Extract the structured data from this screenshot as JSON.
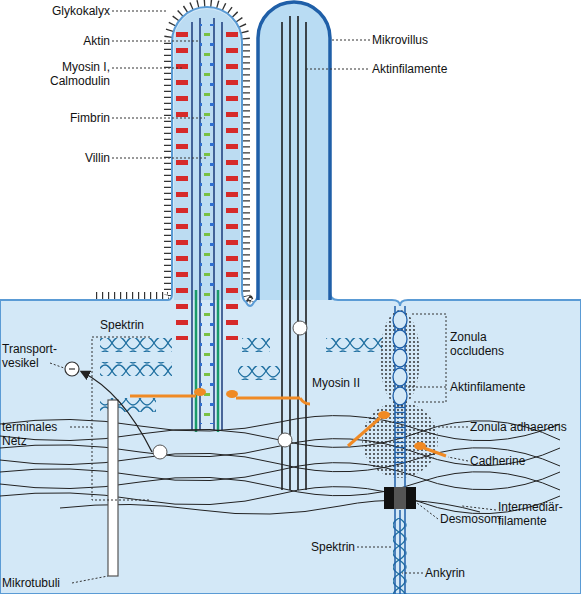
{
  "diagram": {
    "labels": [
      "Glykokalyx",
      "Aktin",
      "Myosin I, Calmodulin",
      "Fimbrin",
      "Villin",
      "Mikrovillus",
      "Aktinfilamente",
      "Spektrin",
      "Transport- vesikel",
      "terminales Netz",
      "Mikrotubuli",
      "Myosin II",
      "Zonula occludens",
      "Aktinfilamente",
      "Zonula adhaerens",
      "Cadherine",
      "Intermediär- filamente",
      "Desmosom",
      "Spektrin",
      "Ankyrin"
    ]
  }
}
